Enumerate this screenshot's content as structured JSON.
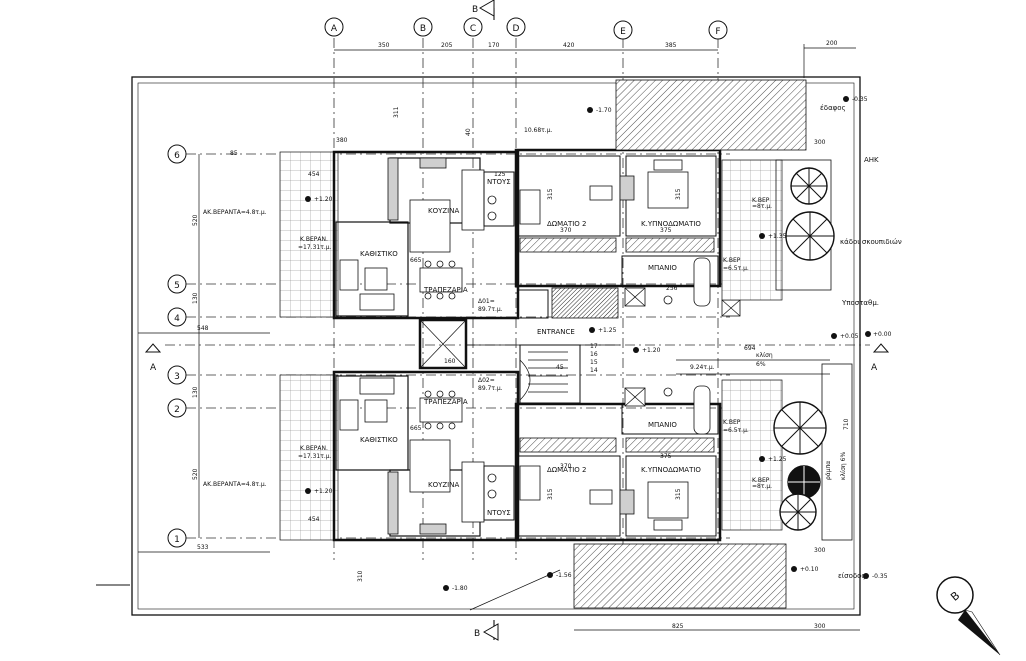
{
  "grid": {
    "columns": [
      "A",
      "B",
      "C",
      "D",
      "E",
      "F"
    ],
    "rows": [
      "6",
      "5",
      "4",
      "3",
      "2",
      "1"
    ]
  },
  "section_marks": {
    "top": "B",
    "bottom": "B",
    "left": "A",
    "right": "A",
    "compass": "B"
  },
  "dimensions": {
    "top": [
      "350",
      "205",
      "170",
      "420",
      "385",
      "200"
    ],
    "top_right_300": "300",
    "bottom_825": "825",
    "bottom_300": "300",
    "left_548": "548",
    "left_533": "533",
    "vert_520_top": "520",
    "vert_130_top": "130",
    "vert_130_bot": "130",
    "vert_520_bot": "520",
    "d380": "380",
    "d85": "85",
    "d311": "311",
    "d310": "310",
    "d40": "40",
    "d454_top": "454",
    "d454_bot": "454",
    "d665_top": "665",
    "d665_bot": "665",
    "d370_top": "370",
    "d375_top": "375",
    "d370_bot": "370",
    "d375_bot": "375",
    "d315_a": "315",
    "d315_b": "315",
    "d315_c": "315",
    "d315_d": "315",
    "d125": "125",
    "d694": "694",
    "d300_mid": "300",
    "d300_low": "300",
    "d710": "710",
    "d160": "160",
    "d17": "17",
    "d16": "16",
    "d15": "15",
    "d14": "14",
    "d45": "45",
    "d256": "256"
  },
  "levels": {
    "l_170": "-1.70",
    "l_180": "-1.80",
    "l_156": "-1.56",
    "l_035_top": "-0.35",
    "l_035_bot": "-0.35",
    "l_120_top": "+1.20",
    "l_120_bot": "+1.20",
    "l_125": "+1.25",
    "l_120b": "+1.20",
    "l_005": "+0.05",
    "l_000": "+0.00",
    "l_010": "+0.10",
    "l_135": "+1.35",
    "l_125b": "+1.25"
  },
  "labels": {
    "kouzina": "ΚΟΥΖΙΝΑ",
    "kathistiko": "ΚΑΘΙΣΤΙΚΟ",
    "trapezaria": "ΤΡΑΠΕΖΑΡΙΑ",
    "domatio2": "ΔΩΜΑΤΙΟ 2",
    "kyp": "Κ.ΥΠΝΟΔΩΜΑΤΙΟ",
    "mpanio": "ΜΠΑΝΙΟ",
    "ntoys": "ΝΤΟΥΣ",
    "entrance": "ENTRANCE",
    "akveranta": "ΑΚ.ΒΕΡΑΝΤΑ=4.8τ.μ.",
    "kveran1": "Κ.ΒΕΡΑΝ.",
    "kveran2": "=17.31τ.μ.",
    "kver": "Κ.ΒΕΡ",
    "kver_area": "=6.5τ.μ.",
    "kver_area2": "=8τ.μ.",
    "d01": "Δ01=",
    "d01_area": "89.7τ.μ.",
    "d02": "Δ02=",
    "d02_area": "89.7τ.μ.",
    "area_1068": "10.68τ.μ.",
    "edafos": "έδαφος",
    "esodos": "είσοδος",
    "ahk": "ΑΗΚ",
    "kados": "κάδοι σκουπιδιών",
    "yposprom": "Υποσταθμ.",
    "klisi": "κλίση",
    "klisi_pct": "6%",
    "area_924": "9.24τ.μ.",
    "rampa": "ράμπα",
    "rampa2": "κλίση 6%"
  }
}
